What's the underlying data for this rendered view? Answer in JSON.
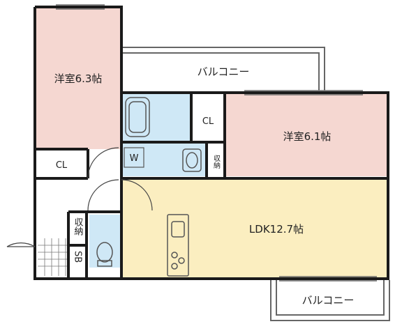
{
  "rooms": {
    "western_room_1": "洋室6.3帖",
    "western_room_2": "洋室6.1帖",
    "ldk": "LDK12.7帖",
    "balcony_top": "バルコニー",
    "balcony_bottom": "バルコニー",
    "closet_left": "CL",
    "closet_mid": "CL",
    "storage_upper": "収納",
    "storage_lower": "収納",
    "shoe_box": "SB",
    "washer": "W"
  },
  "colors": {
    "western_room": "#f5d7d1",
    "ldk": "#fbeec0",
    "wet_area": "#cfe8f6",
    "wall": "#1a1a1a",
    "balcony_line": "#555555"
  }
}
